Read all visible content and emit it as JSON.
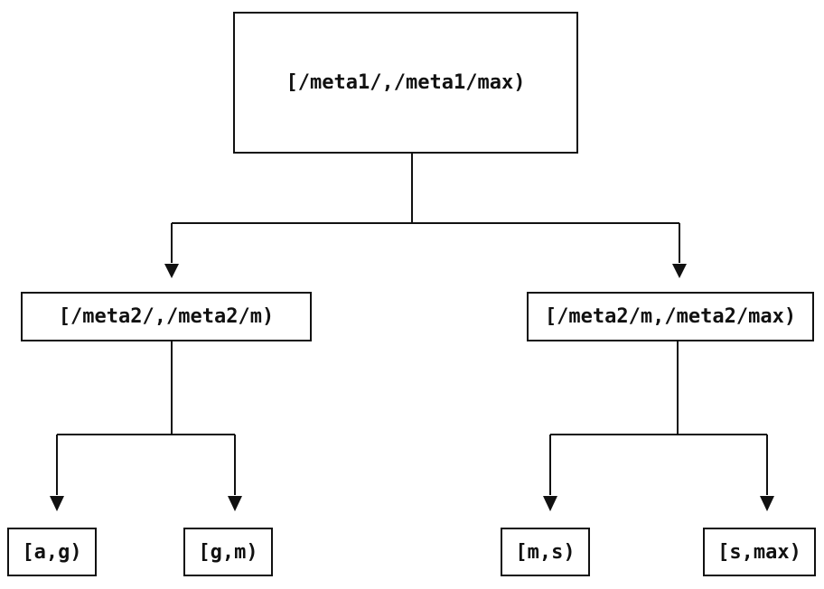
{
  "diagram": {
    "type": "binary-tree",
    "description": "Key-range partition tree",
    "colors": {
      "background": "#ffffff",
      "line": "#111111",
      "text": "#111111",
      "node_fill": "#ffffff"
    },
    "nodes": {
      "root": {
        "label": "[/meta1/,/meta1/max)"
      },
      "left": {
        "label": "[/meta2/,/meta2/m)"
      },
      "right": {
        "label": "[/meta2/m,/meta2/max)"
      },
      "leaf_ag": {
        "label": "[a,g)"
      },
      "leaf_gm": {
        "label": "[g,m)"
      },
      "leaf_ms": {
        "label": "[m,s)"
      },
      "leaf_smax": {
        "label": "[s,max)"
      }
    },
    "edges": [
      {
        "from": "root",
        "to": "left"
      },
      {
        "from": "root",
        "to": "right"
      },
      {
        "from": "left",
        "to": "leaf_ag"
      },
      {
        "from": "left",
        "to": "leaf_gm"
      },
      {
        "from": "right",
        "to": "leaf_ms"
      },
      {
        "from": "right",
        "to": "leaf_smax"
      }
    ]
  }
}
